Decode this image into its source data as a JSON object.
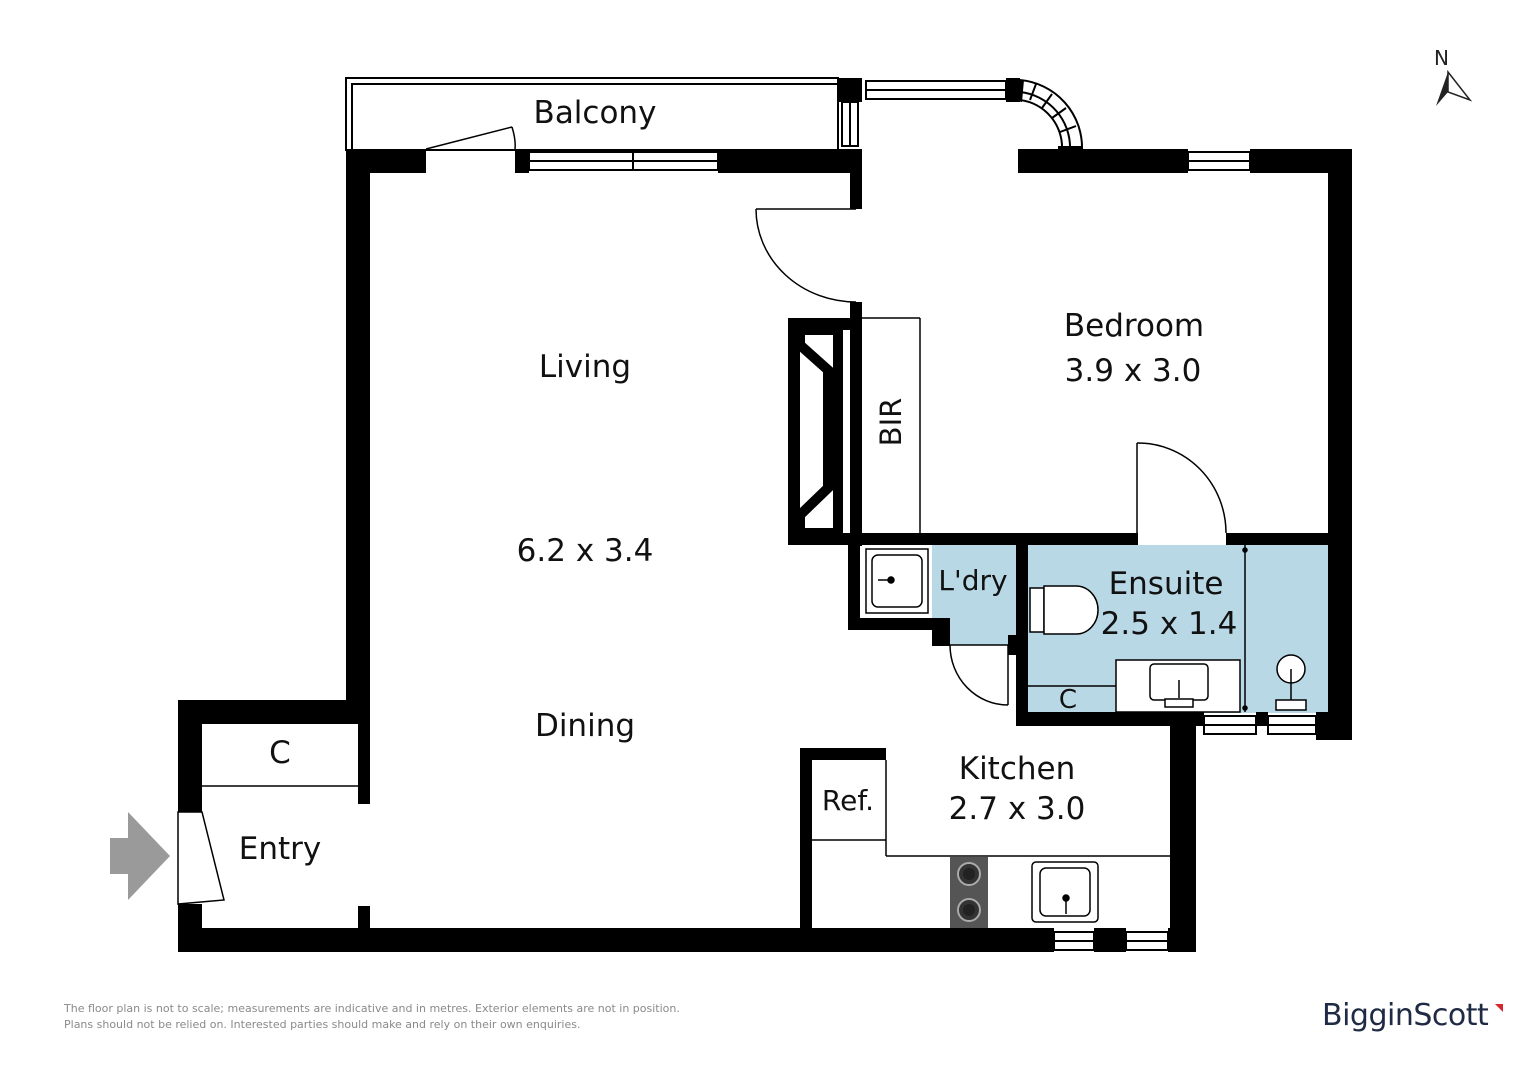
{
  "rooms": {
    "balcony": "Balcony",
    "living": "Living",
    "living_dims": "6.2 x 3.4",
    "dining": "Dining",
    "bedroom": "Bedroom",
    "bedroom_dims": "3.9 x 3.0",
    "bir": "BIR",
    "laundry": "L'dry",
    "ensuite": "Ensuite",
    "ensuite_dims": "2.5 x 1.4",
    "ensuite_cupboard": "C",
    "kitchen": "Kitchen",
    "kitchen_dims": "2.7 x 3.0",
    "fridge": "Ref.",
    "entry": "Entry",
    "entry_cupboard": "C"
  },
  "compass": {
    "letter": "N",
    "icon": "north-arrow-icon"
  },
  "entry_arrow": {
    "icon": "entry-arrow-icon"
  },
  "disclaimer": {
    "line1": "The floor plan is not to scale; measurements are indicative and in metres. Exterior elements are not in position.",
    "line2": "Plans should not be relied on. Interested parties should make and rely on their own enquiries."
  },
  "brand": {
    "name": "BigginScott",
    "color": "#1f2a44",
    "accent": "#d9262c"
  },
  "colors": {
    "wall": "#000000",
    "wet_area": "#b8d8e6",
    "fixture_grey": "#bcbcbc",
    "cooktop": "#555555"
  }
}
